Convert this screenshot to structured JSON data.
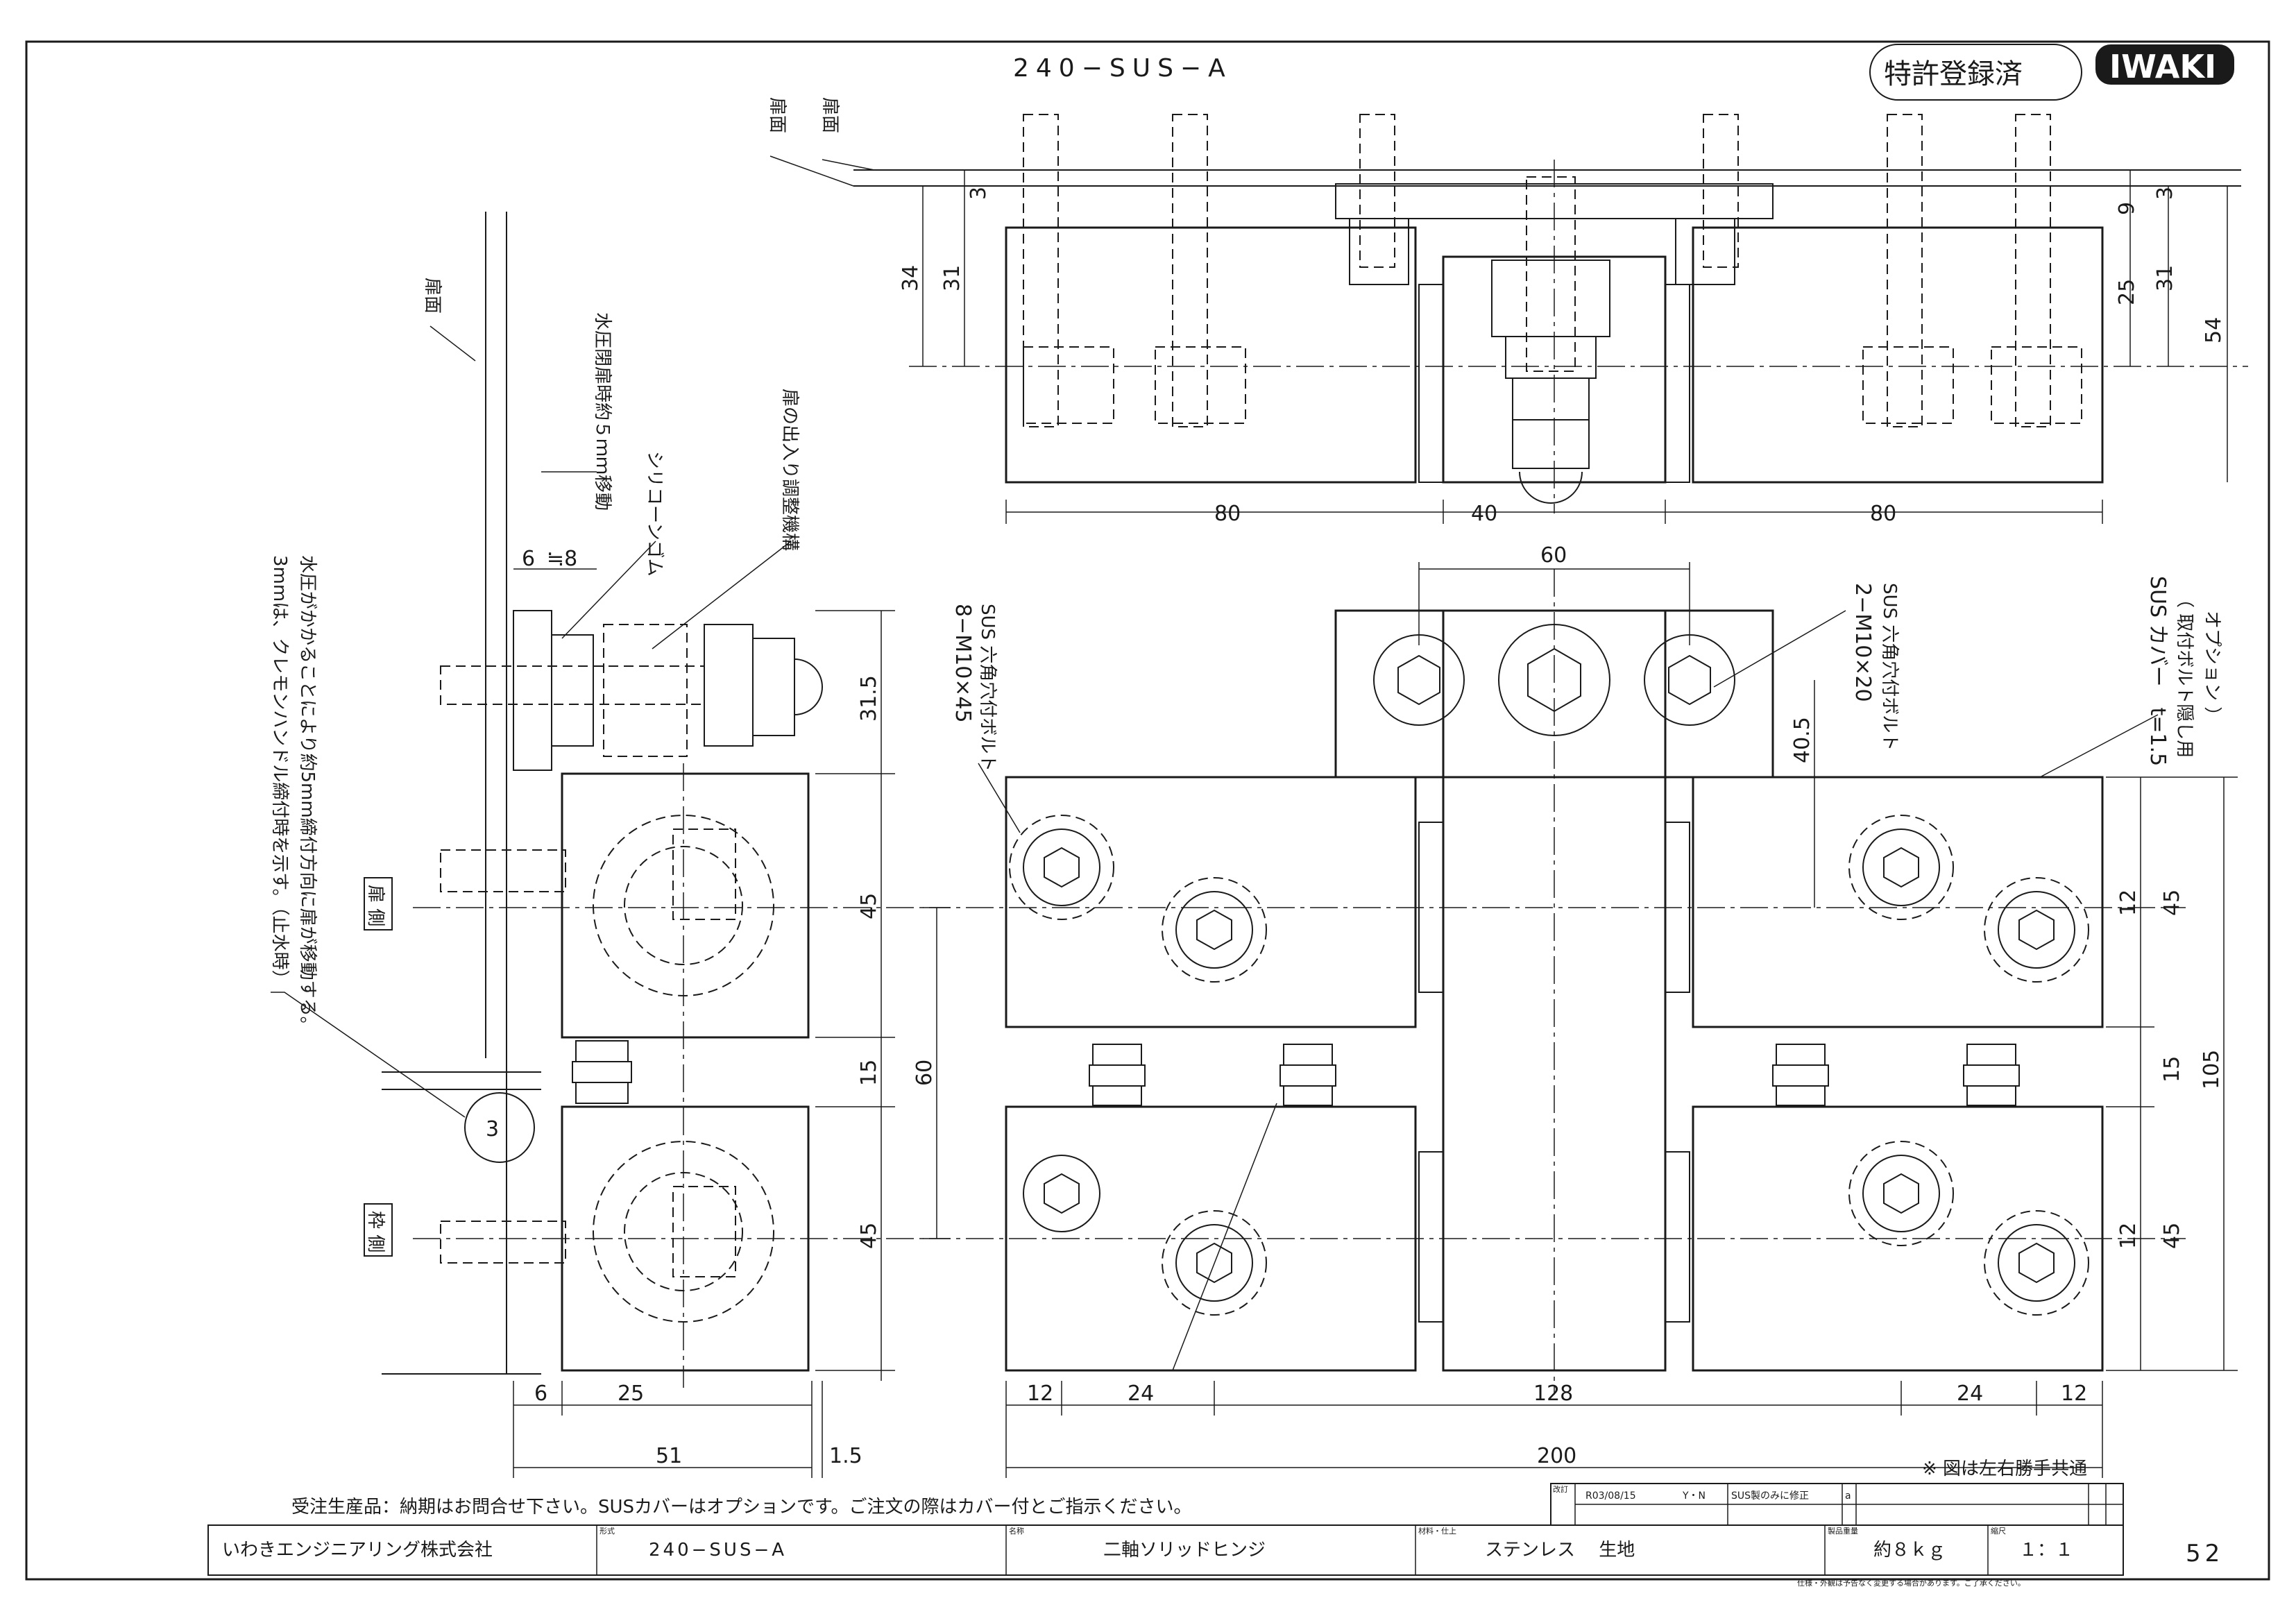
{
  "drawing": {
    "title": "240−SUS−A",
    "patent_label": "特許登録済",
    "logo": "IWAKI",
    "page_number": "52",
    "note_handed": "※ 図は左右勝手共通"
  },
  "side_view": {
    "label_door_face_1": "扉面",
    "label_door_side": "扉 側",
    "label_frame_side": "枠 側",
    "note_water_pressure": "水圧閉扉時約５ｍｍ移動",
    "note_silicone": "シリコーンゴム",
    "note_adjust": "扉の出入り調整機構",
    "note_3mm_line1": "3mmは、クレモンハンドル締付時を示す。（止水時）",
    "note_3mm_line2": "水圧がかかることにより約5mm締付方向に扉が移動する。",
    "circle_value": "3",
    "dims": {
      "d6_top": "6",
      "d8_top": "≒8",
      "d31_5": "31.5",
      "d45_upper": "45",
      "d15": "15",
      "d45_lower": "45",
      "d60": "60",
      "d6_bottom": "6",
      "d25": "25",
      "d51": "51",
      "d1_5": "1.5"
    }
  },
  "top_view": {
    "label_door_face_a": "扉面",
    "label_door_face_b": "扉面",
    "dims": {
      "d3_left": "3",
      "d34": "34",
      "d31_left": "31",
      "d3_right": "3",
      "d9": "9",
      "d25": "25",
      "d31_right": "31",
      "d54": "54",
      "d80_left": "80",
      "d40": "40",
      "d80_right": "80"
    }
  },
  "front_view": {
    "bolt_left_line1": "8−M10×45",
    "bolt_left_line2": "SUS 六角穴付ボルト",
    "bolt_right_line1": "2−M10×20",
    "bolt_right_line2": "SUS 六角穴付ボルト",
    "cover_line1": "SUS カバー　t=1.5",
    "cover_line2": "（ 取付ボルト隠し用",
    "cover_line3": "オプション ）",
    "dims": {
      "d60_top": "60",
      "d40_5": "40.5",
      "d12_upper": "12",
      "d45_upper": "45",
      "d15": "15",
      "d105": "105",
      "d12_lower": "12",
      "d45_lower": "45",
      "d12_left": "12",
      "d24_left": "24",
      "d128": "128",
      "d24_right": "24",
      "d12_right": "12",
      "d200": "200"
    }
  },
  "revision": {
    "label": "改訂",
    "date": "R03/08/15",
    "by": "Y・N",
    "description": "SUS製のみに修正",
    "mark": "a"
  },
  "order_note": "受注生産品：納期はお問合せ下さい。SUSカバーはオプションです。ご注文の際はカバー付とご指示ください。",
  "title_block": {
    "company": "いわきエンジニアリング株式会社",
    "model_label": "形式",
    "model": "240−SUS−A",
    "name_label": "名称",
    "name": "二軸ソリッドヒンジ",
    "material_label": "材料・仕上",
    "material": "ステンレス　 生地",
    "weight_label": "製品重量",
    "weight": "約８ｋｇ",
    "scale_label": "縮尺",
    "scale": "１：１",
    "footnote": "仕様・外観は予告なく変更する場合があります。ご了承ください。"
  }
}
